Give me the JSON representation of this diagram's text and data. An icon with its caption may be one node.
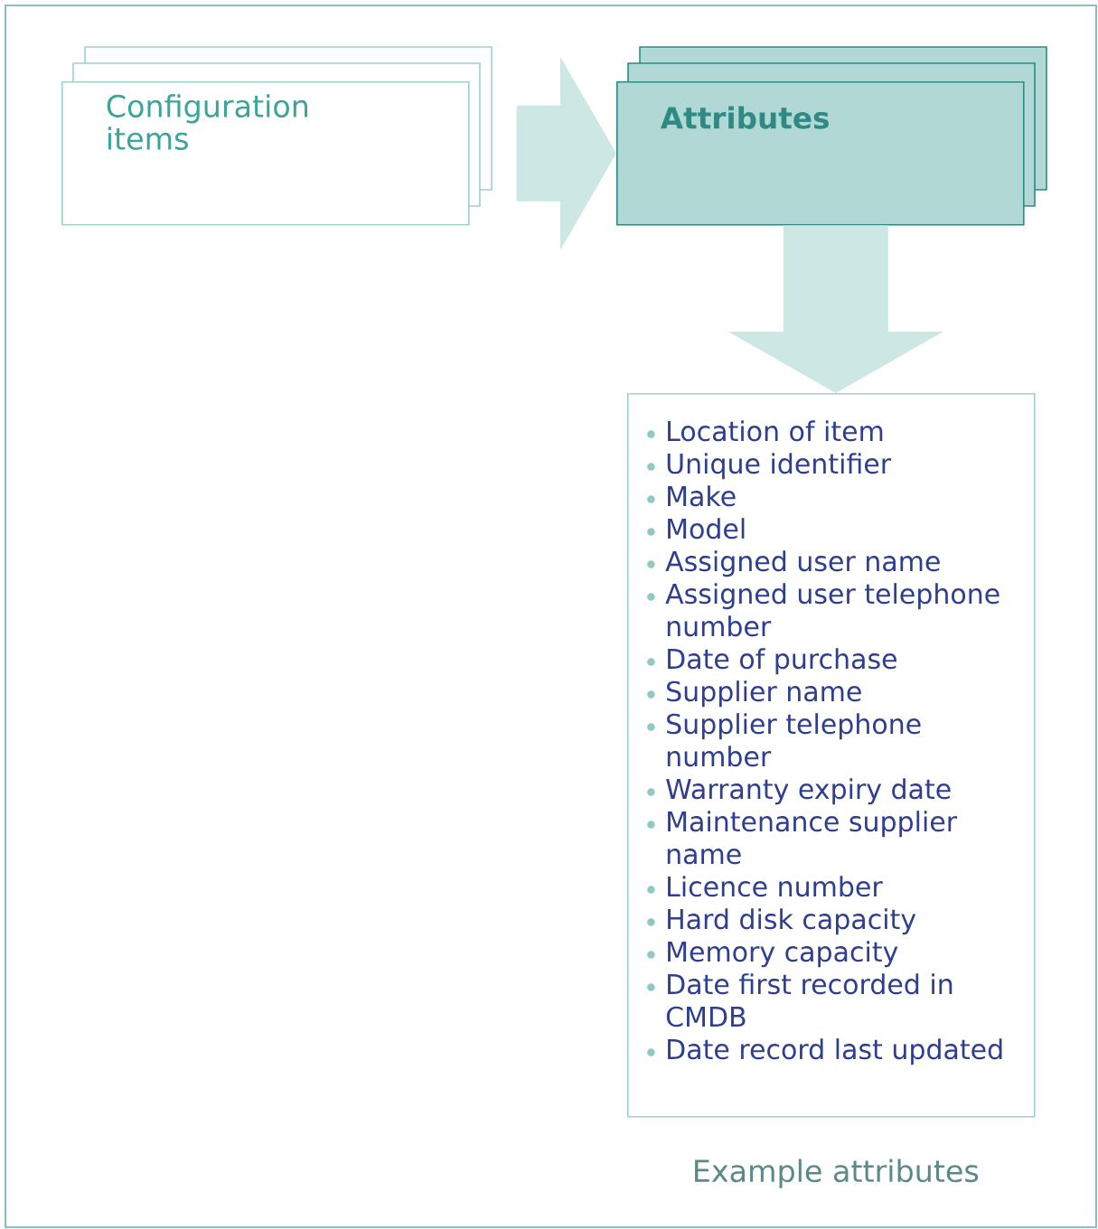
{
  "diagram": {
    "nodes": [
      {
        "text": [
          "Configuration items"
        ]
      },
      {
        "text": [
          "Attributes"
        ]
      },
      {
        "text": [
          "Location of item",
          "Unique identifier",
          "Make",
          "Model",
          "Assigned user name",
          "Assigned user telephone number",
          "Date of purchase",
          "Supplier name",
          "Supplier telephone number",
          "Warranty expiry date",
          "Maintenance supplier name",
          "Licence number",
          "Hard disk capacity",
          "Memory capacity",
          "Date first recorded in CMDB",
          "Date record last updated"
        ],
        "beside": [
          "Example attributes"
        ]
      }
    ],
    "edges": [
      {
        "from": 0,
        "to": 1,
        "arrow": "to"
      },
      {
        "from": 1,
        "to": 2,
        "arrow": "to"
      }
    ]
  }
}
